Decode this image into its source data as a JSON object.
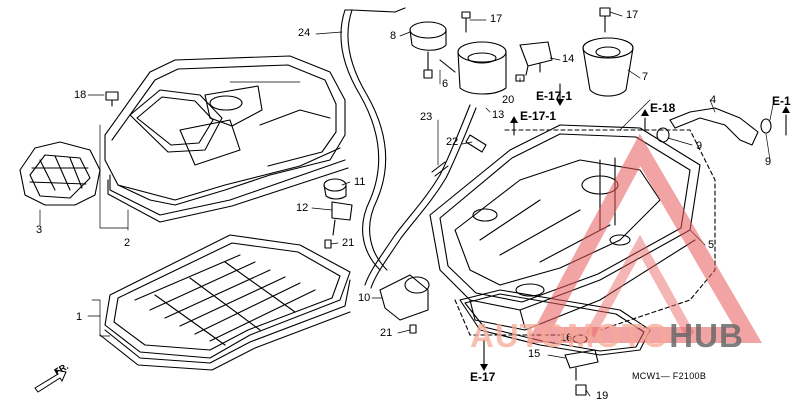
{
  "diagram": {
    "part_numbers": [
      "1",
      "2",
      "3",
      "4",
      "5",
      "6",
      "7",
      "8",
      "9",
      "9",
      "10",
      "11",
      "12",
      "13",
      "14",
      "15",
      "16",
      "17",
      "17",
      "18",
      "19",
      "20",
      "21",
      "21",
      "22",
      "23",
      "24"
    ],
    "references": [
      "E-1",
      "E-17-1",
      "E-17-1",
      "E-18",
      "E-17"
    ],
    "direction_label": "FR.",
    "figure_code": "MCW1— F2100B"
  },
  "watermark": {
    "part1": "AUTO",
    "part2": "MOTO",
    "part3": "HUB",
    "colors": {
      "triangle": "#e85a5a",
      "light_text": "#f5aa96",
      "dark_text": "#696969"
    }
  }
}
